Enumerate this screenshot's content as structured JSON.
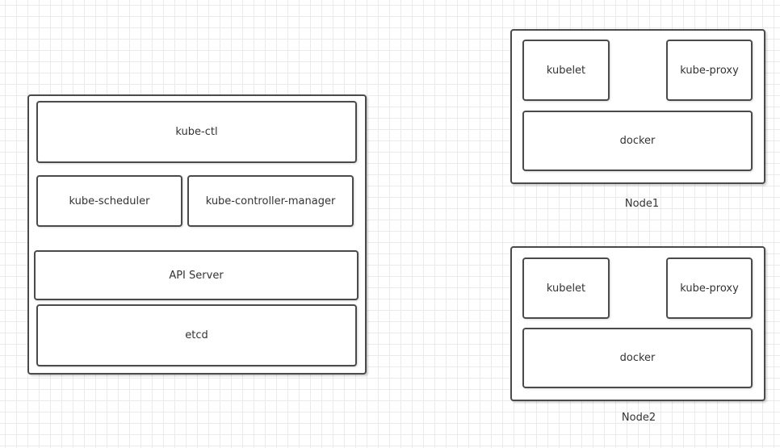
{
  "master": {
    "kube_ctl": "kube-ctl",
    "kube_scheduler": "kube-scheduler",
    "kube_controller_manager": "kube-controller-manager",
    "api_server": "API Server",
    "etcd": "etcd"
  },
  "nodes": [
    {
      "label": "Node1",
      "kubelet": "kubelet",
      "kube_proxy": "kube-proxy",
      "docker": "docker"
    },
    {
      "label": "Node2",
      "kubelet": "kubelet",
      "kube_proxy": "kube-proxy",
      "docker": "docker"
    }
  ]
}
